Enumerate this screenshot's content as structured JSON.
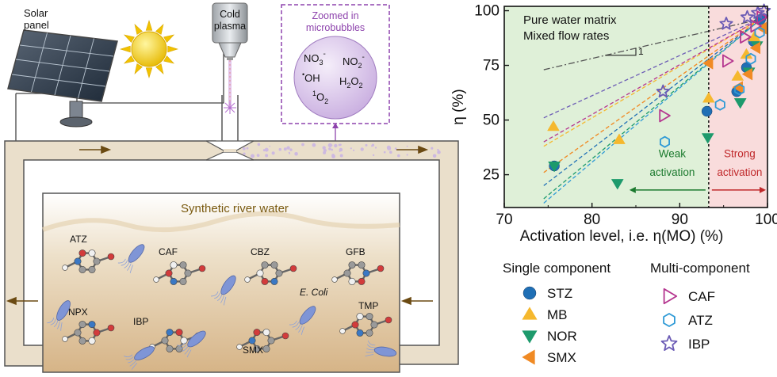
{
  "colors": {
    "channel": "#e8dcc8",
    "channel_stroke": "#555555",
    "water_top": "#ffffff",
    "water_bottom": "#d9b98d",
    "river_label": "#7a5a10",
    "zoom": "#8e44ad",
    "weak": "#1b7a2e",
    "strong": "#c0292b",
    "weak_bg": "#dff0d8",
    "strong_bg": "#f8dada"
  },
  "diagram": {
    "solar_label_1": "Solar",
    "solar_label_2": "panel",
    "plasma_label_1": "Cold",
    "plasma_label_2": "plasma",
    "zoom_title_1": "Zoomed in",
    "zoom_title_2": "microbubbles",
    "species": {
      "no3": "NO",
      "no3_sub": "3",
      "no3_sup": "-",
      "no2": "NO",
      "no2_sub": "2",
      "no2_sup": "-",
      "oh_sup": "•",
      "oh": "OH",
      "h2o2_a": "H",
      "h2o2_b": "2",
      "h2o2_c": "O",
      "h2o2_d": "2",
      "o2_sup": "1",
      "o2_a": "O",
      "o2_sub": "2"
    },
    "river_label": "Synthetic river water",
    "molecules": [
      "ATZ",
      "CAF",
      "CBZ",
      "GFB",
      "NPX",
      "IBP",
      "SMX",
      "TMP"
    ],
    "ecoli": "E. Coli"
  },
  "chart_data": {
    "type": "scatter",
    "title": "",
    "annotation_1": "Pure water matrix",
    "annotation_2": "Mixed flow rates",
    "slope_label": "1",
    "xlabel": "Activation level, i.e. η(MO) (%)",
    "ylabel": "η (%)",
    "xlim": [
      70,
      100
    ],
    "ylim": [
      10,
      102
    ],
    "xticks": [
      70,
      80,
      90,
      100
    ],
    "yticks": [
      25,
      50,
      75,
      100
    ],
    "threshold_x": 93.3,
    "region_weak": {
      "label_1": "Weak",
      "label_2": "activation"
    },
    "region_strong": {
      "label_1": "Strong",
      "label_2": "activation"
    },
    "legend_single_title": "Single component",
    "legend_multi_title": "Multi-component",
    "reference_line": {
      "x": [
        74.5,
        99
      ],
      "y": [
        73,
        96
      ]
    },
    "series": [
      {
        "name": "STZ",
        "group": "single",
        "marker": "circle",
        "color": "#1f6fb5",
        "x": [
          75.7,
          93.1,
          96.5,
          97.6,
          98.4,
          99.2
        ],
        "y": [
          29,
          54,
          63,
          74,
          86,
          96
        ],
        "fit": {
          "x": [
            74.5,
            99.5
          ],
          "y": [
            20,
            97
          ]
        }
      },
      {
        "name": "MB",
        "group": "single",
        "marker": "triangle-up",
        "color": "#f5b82e",
        "x": [
          75.6,
          83.1,
          93.3,
          96.6,
          97.6,
          98.5
        ],
        "y": [
          47,
          41,
          60,
          70,
          80,
          88
        ],
        "fit": {
          "x": [
            74.5,
            99.5
          ],
          "y": [
            38,
            97
          ]
        }
      },
      {
        "name": "NOR",
        "group": "single",
        "marker": "triangle-down",
        "color": "#1d9a6c",
        "x": [
          75.7,
          82.9,
          93.2,
          96.9,
          97.9,
          98.8
        ],
        "y": [
          29,
          21,
          42,
          58,
          72,
          84
        ],
        "fit": {
          "x": [
            74.5,
            99.5
          ],
          "y": [
            14,
            97
          ]
        }
      },
      {
        "name": "SMX",
        "group": "single",
        "marker": "triangle-left",
        "color": "#f08a24",
        "x": [
          93.3,
          96.7,
          97.8,
          98.7,
          99.4
        ],
        "y": [
          76,
          65,
          71,
          83,
          92
        ],
        "fit": {
          "x": [
            74.5,
            99.5
          ],
          "y": [
            26,
            97
          ]
        }
      },
      {
        "name": "CAF",
        "group": "multi",
        "marker": "triangle-right",
        "color": "#b5358f",
        "x": [
          88.2,
          95.4,
          97.4,
          98.6,
          99.3
        ],
        "y": [
          52,
          77,
          88,
          93,
          97
        ],
        "fit": {
          "x": [
            74.5,
            99.5
          ],
          "y": [
            40,
            97
          ]
        }
      },
      {
        "name": "ATZ",
        "group": "multi",
        "marker": "hexagon",
        "color": "#2e9ad6",
        "x": [
          88.3,
          94.6,
          96.8,
          98.1,
          99.1
        ],
        "y": [
          40,
          57,
          64,
          78,
          90
        ],
        "fit": {
          "x": [
            74.5,
            99.5
          ],
          "y": [
            12,
            97
          ]
        }
      },
      {
        "name": "IBP",
        "group": "multi",
        "marker": "star",
        "color": "#6b5bb5",
        "x": [
          88.1,
          95.3,
          97.7,
          98.9,
          99.6
        ],
        "y": [
          63,
          94,
          97,
          99,
          100
        ],
        "fit": {
          "x": [
            74.5,
            99.5
          ],
          "y": [
            51,
            97
          ]
        }
      }
    ]
  }
}
